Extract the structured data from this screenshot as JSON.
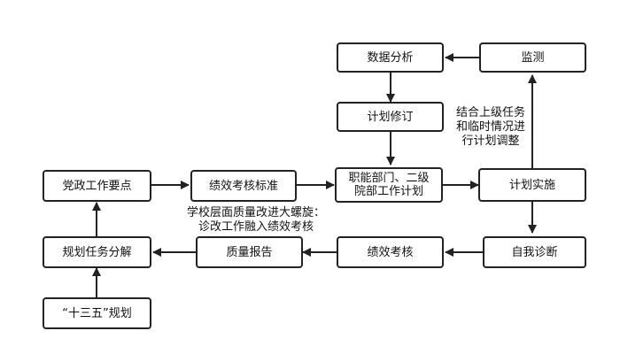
{
  "nodes": {
    "data_analysis": "数据分析",
    "monitoring": "监测",
    "plan_revision": "计划修订",
    "dept_plan_line1": "职能部门、二级",
    "dept_plan_line2": "院部工作计划",
    "plan_implementation": "计划实施",
    "party_gov_points": "党政工作要点",
    "performance_standard": "绩效考核标准",
    "plan_task_decompose": "规划任务分解",
    "quality_report": "质量报告",
    "performance_assessment": "绩效考核",
    "self_diagnosis": "自我诊断",
    "five_year_plan": "“十三五”规划"
  },
  "annotations": {
    "right_note": [
      "结合上级任务",
      "和临时情况进",
      "行计划调整"
    ],
    "bottom_note": [
      "学校层面质量改进大螺旋：",
      "诊改工作融入绩效考核"
    ]
  }
}
